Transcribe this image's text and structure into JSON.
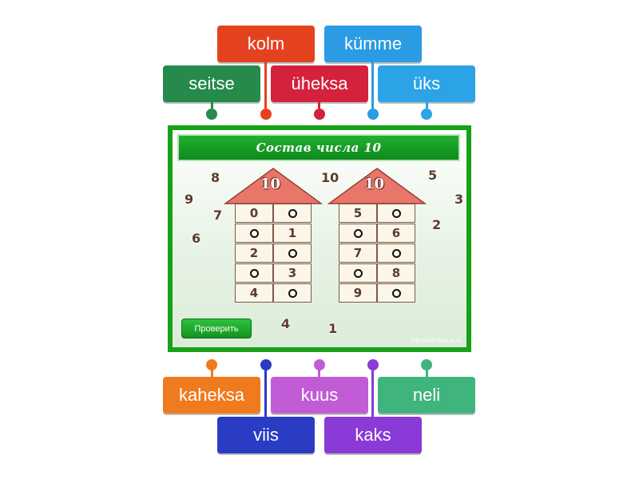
{
  "labels_top": [
    {
      "text": "kolm",
      "color": "#e4421f"
    },
    {
      "text": "kümme",
      "color": "#2b9be3"
    },
    {
      "text": "seitse",
      "color": "#258a4c"
    },
    {
      "text": "üheksa",
      "color": "#d4223c"
    },
    {
      "text": "üks",
      "color": "#2ba3e6"
    }
  ],
  "labels_bottom": [
    {
      "text": "kaheksa",
      "color": "#f07a1e"
    },
    {
      "text": "kuus",
      "color": "#c15bd6"
    },
    {
      "text": "neli",
      "color": "#3fb47d"
    },
    {
      "text": "viis",
      "color": "#2a3cc4"
    },
    {
      "text": "kaks",
      "color": "#8a3ad6"
    }
  ],
  "game": {
    "title": "Состав числа  10",
    "house_number": "10",
    "left_house": [
      {
        "left": "0",
        "right": "o"
      },
      {
        "left": "o",
        "right": "1"
      },
      {
        "left": "2",
        "right": "o"
      },
      {
        "left": "o",
        "right": "3"
      },
      {
        "left": "4",
        "right": "o"
      }
    ],
    "right_house": [
      {
        "left": "5",
        "right": "o"
      },
      {
        "left": "o",
        "right": "6"
      },
      {
        "left": "7",
        "right": "o"
      },
      {
        "left": "o",
        "right": "8"
      },
      {
        "left": "9",
        "right": "o"
      }
    ],
    "scattered_numbers": [
      "8",
      "10",
      "5",
      "9",
      "3",
      "7",
      "2",
      "6",
      "4",
      "1"
    ],
    "check_button": "Проверить",
    "credit": "http://kid-mama.ru"
  }
}
